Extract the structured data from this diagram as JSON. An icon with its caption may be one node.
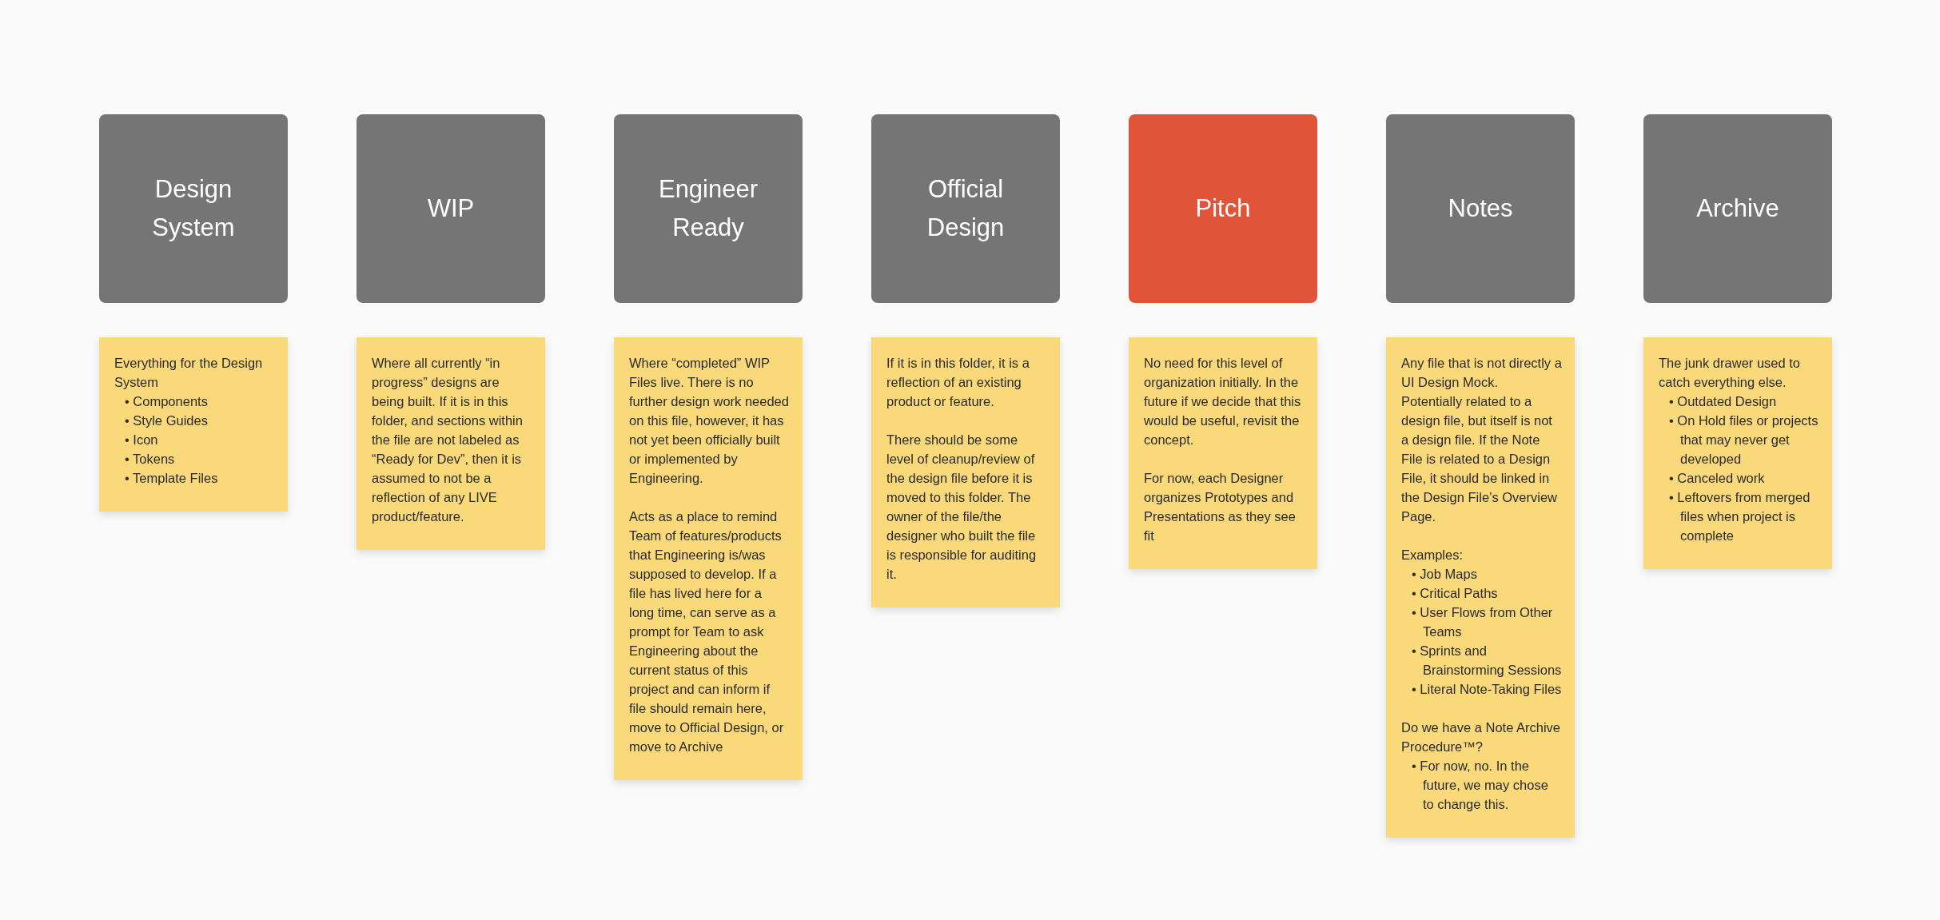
{
  "diagram": {
    "nodes": [
      {
        "text": [
          "Design System"
        ]
      },
      {
        "text": [
          "WIP"
        ]
      },
      {
        "text": [
          "Engineer Ready"
        ]
      },
      {
        "text": [
          "Official Design"
        ]
      },
      {
        "text": [
          "Pitch"
        ]
      },
      {
        "text": [
          "Notes"
        ]
      },
      {
        "text": [
          "Archive"
        ]
      },
      {
        "text": [
          "Everything for the Design System",
          "• Components",
          "• Style Guides",
          "• Icon",
          "• Tokens",
          "• Template Files"
        ]
      },
      {
        "text": [
          "Where all currently “in progress” designs are being built. If it is in this folder, and sections within the file are not labeled as “Ready for Dev”, then it is assumed to not be a reflection of any LIVE product/feature."
        ]
      },
      {
        "text": [
          "Where “completed” WIP Files live. There is no further design work needed on this file, however, it has not yet been officially built or implemented by Engineering.",
          "Acts as a place to remind Team of features/products that Engineering is/was supposed to develop. If a file has lived here for a long time, can serve as a prompt for Team to ask Engineering about the current status of this project and can inform if file should remain here, move to Official Design, or move to Archive"
        ]
      },
      {
        "text": [
          "If it is in this folder, it is a reflection of an existing product or feature.",
          "There should be some level of cleanup/review of the design file before it is moved to this folder. The owner of the file/the designer who built the file is responsible for auditing it."
        ]
      },
      {
        "text": [
          "No need for this level of organization initially. In the future if we decide that this would be useful, revisit the concept.",
          "For now, each Designer organizes Prototypes and Presentations as they see fit"
        ]
      },
      {
        "text": [
          "Any file that is not directly a UI Design Mock. Potentially related to a design file, but itself is not a design file. If the Note File is related to a Design File, it should be linked in the Design File’s Overview Page.",
          "Examples:",
          "• Job Maps",
          "• Critical Paths",
          "• User Flows from Other Teams",
          "• Sprints and Brainstorming Sessions",
          "• Literal Note-Taking Files",
          "Do we have a Note Archive Procedure™?",
          "• For now, no. In the future, we may chose to change this."
        ]
      },
      {
        "text": [
          "The junk drawer used to catch everything else.",
          "• Outdated Design",
          "• On Hold files or projects that may never get developed",
          "• Canceled work",
          "• Leftovers from merged files when project is complete"
        ]
      }
    ]
  }
}
